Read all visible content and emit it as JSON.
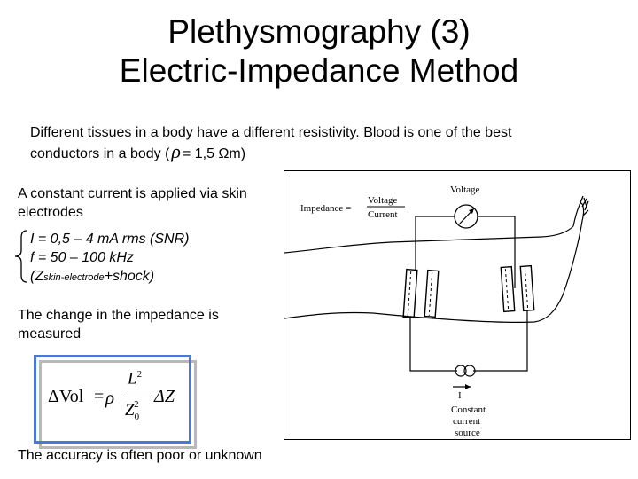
{
  "title": {
    "line1": "Plethysmography (3)",
    "line2": "Electric-Impedance Method"
  },
  "intro": {
    "line1": "Different tissues in a body have a different resistivity. Blood is one of the best",
    "line2_pre": "conductors in a body (",
    "rho": "ρ",
    "line2_post": "= 1,5 Ωm)"
  },
  "current": {
    "line1": "A constant current is applied via skin",
    "line2": "electrodes"
  },
  "params": {
    "amp": "I = 0,5 – 4 mA rms (SNR)",
    "freq": "f = 50 – 100 kHz",
    "z_open": "(Z",
    "z_sub": "skin-electrode",
    "z_close": "+shock)"
  },
  "change": {
    "line1": "The change in the impedance is",
    "line2": "measured"
  },
  "formula": {
    "lhs": "ΔVol",
    "eq": "=",
    "rho": "ρ",
    "num": "L",
    "num_exp": "2",
    "den": "Z",
    "den_sub": "0",
    "den_exp": "2",
    "rhs": "ΔZ"
  },
  "accuracy": "The accuracy is often poor or unknown",
  "figure": {
    "impedance_label": "Impedance =",
    "ratio_top": "Voltage",
    "ratio_bottom": "Current",
    "voltage_label": "Voltage",
    "current_arrow_label": "I",
    "source_line1": "Constant",
    "source_line2": "current",
    "source_line3": "source"
  }
}
